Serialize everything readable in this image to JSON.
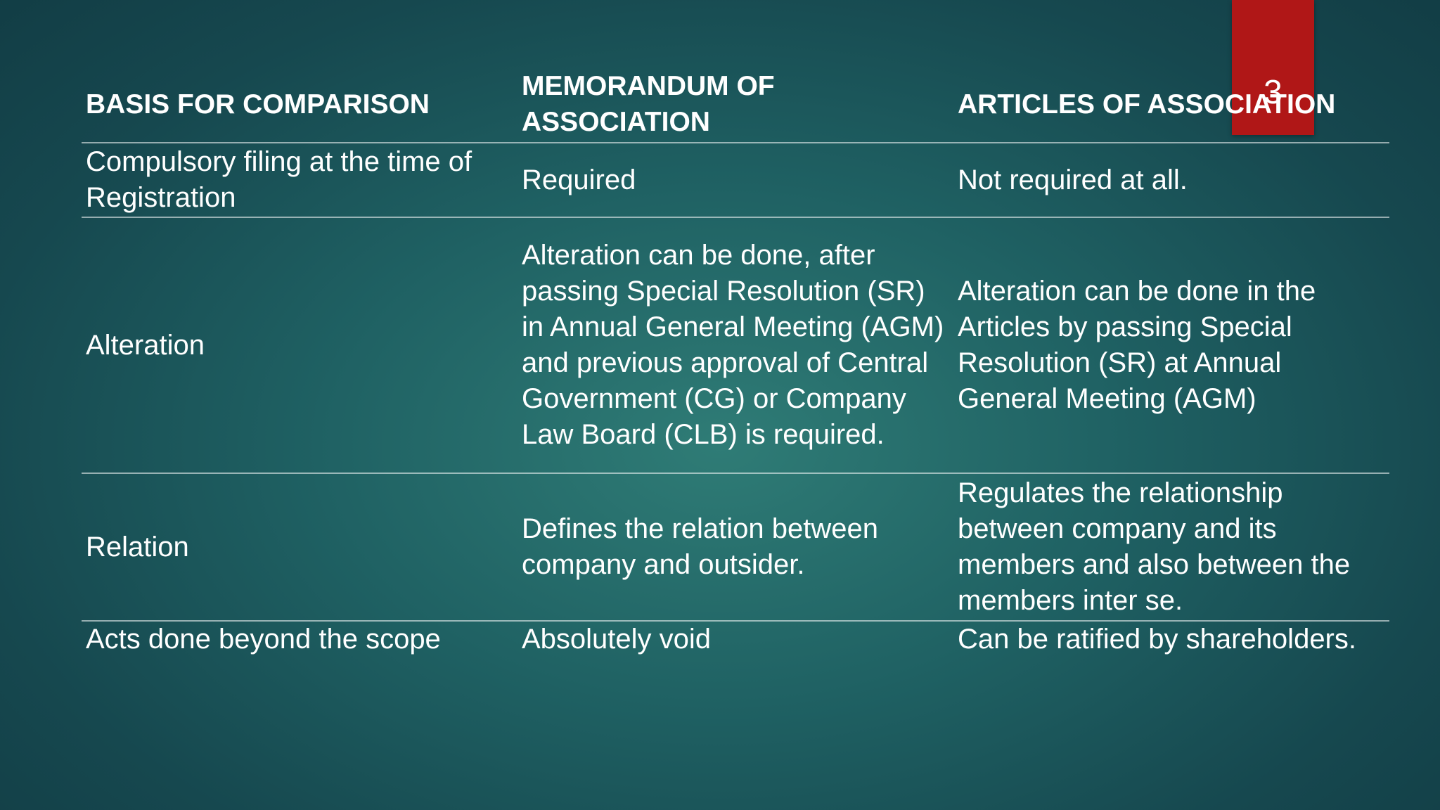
{
  "slide": {
    "page_number": "3",
    "accent_color": "#b01717",
    "background_color": "#1f6163"
  },
  "table": {
    "headers": [
      "BASIS FOR COMPARISON",
      "MEMORANDUM OF ASSOCIATION",
      "ARTICLES OF ASSOCIATION"
    ],
    "rows": [
      {
        "basis": "Compulsory filing at the time of Registration",
        "memorandum": "Required",
        "articles": "Not required at all."
      },
      {
        "basis": "Alteration",
        "memorandum": "Alteration can be done, after passing Special Resolution (SR) in Annual General Meeting (AGM) and previous approval of Central Government (CG) or Company Law Board (CLB) is required.",
        "articles": "Alteration can be done in the Articles by passing Special Resolution (SR) at Annual General Meeting (AGM)"
      },
      {
        "basis": "Relation",
        "memorandum": "Defines the relation between company and outsider.",
        "articles": "Regulates the relationship between company and its members and also between the members inter se."
      },
      {
        "basis": "Acts done beyond the scope",
        "memorandum": "Absolutely void",
        "articles": "Can be ratified by shareholders."
      }
    ]
  }
}
